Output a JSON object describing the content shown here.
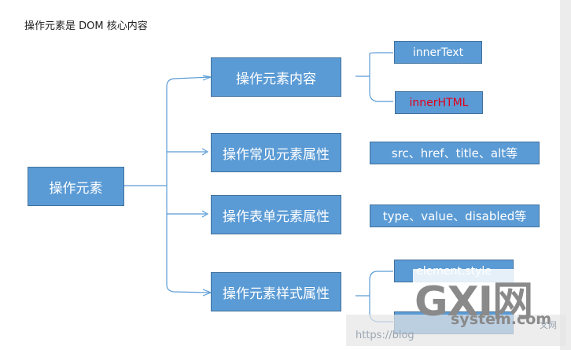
{
  "title": "操作元素是 DOM 核心内容",
  "root": {
    "label": "操作元素"
  },
  "branches": [
    {
      "label": "操作元素内容"
    },
    {
      "label": "操作常见元素属性"
    },
    {
      "label": "操作表单元素属性"
    },
    {
      "label": "操作元素样式属性"
    }
  ],
  "leaves": {
    "inner_text": "innerText",
    "inner_html": "innerHTML",
    "common_attrs": "src、href、title、alt等",
    "form_attrs": "type、value、disabled等",
    "element_style": "element.style"
  },
  "watermark": {
    "url": "https://blog",
    "logo": "GXI网",
    "site": "system.com",
    "cn": "文网"
  },
  "colors": {
    "box_fill": "#5b9bd5",
    "box_border": "#41719c",
    "line": "#5b9bd5",
    "highlight_text": "#e0001b"
  }
}
